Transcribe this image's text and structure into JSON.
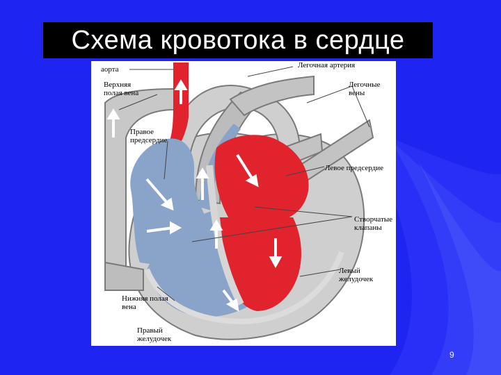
{
  "slide": {
    "title": "Схема кровотока в сердце",
    "page_number": "9"
  },
  "labels": {
    "aorta": "аорта",
    "pulmonary_artery": "Легочная артерия",
    "superior_vena_cava": [
      "Верхняя",
      "полая вена"
    ],
    "pulmonary_veins": "Легочные вены",
    "right_atrium": [
      "Правое",
      "предсердие"
    ],
    "left_atrium": "Левое предсердие",
    "valves": [
      "Створчатые",
      "клапаны"
    ],
    "left_ventricle": "Левый желудочек",
    "inferior_vena_cava": [
      "Нижняя полая",
      "вена"
    ],
    "right_ventricle": [
      "Правый",
      "желудочек"
    ]
  },
  "colors": {
    "background": "#1f25f0",
    "title_box": "#000000",
    "arterial_blood": "#e0232d",
    "venous_blood": "#8aa3c8",
    "tissue": "#c9c9c9",
    "wall_outline": "#7a7a7a"
  }
}
